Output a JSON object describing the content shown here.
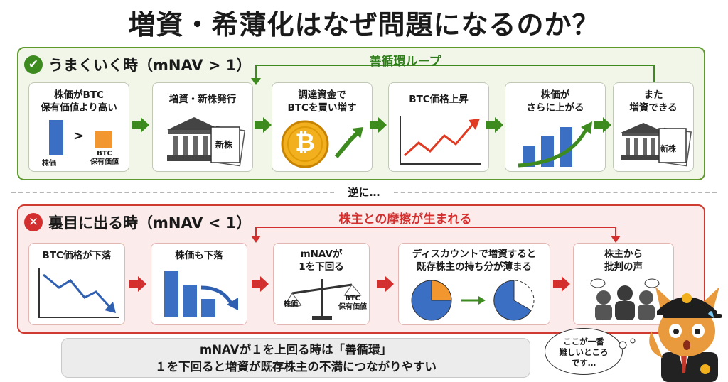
{
  "title": "増資・希薄化はなぜ問題になるのか？",
  "good": {
    "heading": "うまくいく時（mNAV > 1）",
    "loop_label": "善循環ループ",
    "steps": [
      {
        "label": "株価がBTC\n保有価値より高い"
      },
      {
        "label": "増資・新株発行"
      },
      {
        "label": "調達資金で\nBTCを買い増す"
      },
      {
        "label": "BTC価格上昇"
      },
      {
        "label": "株価が\nさらに上がる"
      },
      {
        "label": "また\n増資できる"
      }
    ],
    "compare": {
      "left": "株価",
      "right": "BTC\n保有価値",
      "op": ">"
    },
    "doc_label": "新株",
    "btc_symbol": "₿"
  },
  "divider": "逆に…",
  "bad": {
    "heading": "裏目に出る時（mNAV < 1）",
    "loop_label": "株主との摩擦が生まれる",
    "steps": [
      {
        "label": "BTC価格が下落"
      },
      {
        "label": "株価も下落"
      },
      {
        "label": "mNAVが\n1を下回る"
      },
      {
        "label": "ディスカウントで増資すると\n既存株主の持ち分が薄まる"
      },
      {
        "label": "株主から\n批判の声"
      }
    ],
    "scale": {
      "left": "株価",
      "right": "BTC\n保有価値"
    }
  },
  "summary": {
    "line1": "mNAVが１を上回る時は「善循環」",
    "line2": "１を下回ると増資が既存株主の不満につながりやすい"
  },
  "bubble": "ここが一番\n難しいところ\nです…",
  "colors": {
    "green": "#3d8a1e",
    "red": "#d32f2f",
    "blue": "#3a6fc4",
    "orange": "#f2962f",
    "gold": "#f2b01e"
  }
}
